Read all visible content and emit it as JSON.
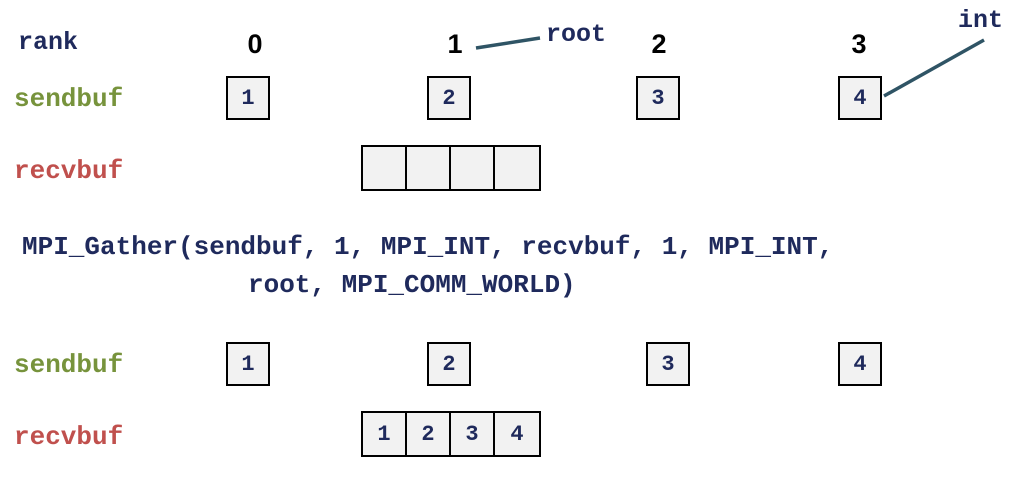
{
  "labels": {
    "rank": "rank",
    "sendbuf": "sendbuf",
    "recvbuf": "recvbuf",
    "root": "root",
    "int": "int"
  },
  "ranks": [
    "0",
    "1",
    "2",
    "3"
  ],
  "before": {
    "sendbuf": [
      "1",
      "2",
      "3",
      "4"
    ],
    "recvbuf": [
      "",
      "",
      "",
      ""
    ]
  },
  "call": {
    "line1": "MPI_Gather(sendbuf, 1, MPI_INT, recvbuf, 1, MPI_INT,",
    "line2": "root, MPI_COMM_WORLD)"
  },
  "after": {
    "sendbuf": [
      "1",
      "2",
      "3",
      "4"
    ],
    "recvbuf": [
      "1",
      "2",
      "3",
      "4"
    ]
  },
  "colors": {
    "navy": "#1f2a5c",
    "sendbuf_green": "#77933c",
    "recvbuf_red": "#c0504d",
    "pointer": "#2f5465"
  }
}
